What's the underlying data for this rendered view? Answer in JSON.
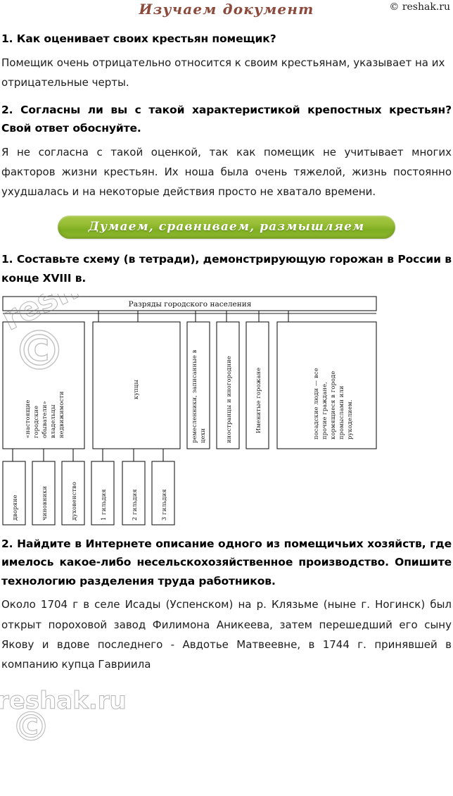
{
  "header": {
    "title": "Изучаем документ",
    "copyright": "© reshak.ru"
  },
  "banner": {
    "label": "Думаем, сравниваем, размышляем"
  },
  "watermark": {
    "text": "reshak.ru",
    "symbol": "©"
  },
  "sections": [
    {
      "question": "1. Как оценивает своих крестьян помещик?",
      "answer": "Помещик очень отрицательно относится к своим крестьянам, указывает на их отрицательные черты."
    },
    {
      "question": "2. Согласны ли вы с такой характеристикой крепостных крестьян? Свой ответ обоснуйте.",
      "answer": "Я не согласна с такой оценкой, так как помещик не учитывает многих факторов жизни крестьян. Их ноша была очень тяжелой, жизнь постоянно ухудшалась и на некоторые действия просто не хватало времени."
    },
    {
      "question": "1. Составьте схему (в тетради), демонстрирующую горожан в России в конце XVIII в.",
      "answer": ""
    },
    {
      "question": "2. Найдите в Интернете описание одного из помещичьих хозяйств, где имелось какое-либо несельскохозяйственное производство. Опишите технологию разделения труда работников.",
      "answer": "Около 1704 г в селе Исады (Успенском) на р. Клязьме (ныне г. Ногинск) был открыт пороховой завод Филимона Аникеева, затем перешедший его сыну Якову и вдове последнего - Авдотье Матвеевне, в 1744 г. принявшей в компанию купца Гавриила"
    }
  ],
  "schema": {
    "root_label": "Разряды городского населения",
    "categories": [
      {
        "id": "obyvateli",
        "label": "«настоящие городские обыватели» владельцы недвижимости"
      },
      {
        "id": "kuptsy",
        "label": "купцы"
      },
      {
        "id": "remeslenniki",
        "label": "ремесленники, записанные в цехи"
      },
      {
        "id": "inostrantsy",
        "label": "иностранцы и иногородние"
      },
      {
        "id": "imenitye",
        "label": "Именитые горожане"
      },
      {
        "id": "posadskie",
        "label": "посадские люди — все прочие граждане, кормящиеся в городе промыслами или рукоделием."
      }
    ],
    "subcategories": [
      {
        "parent": "obyvateli",
        "label": "дворяне"
      },
      {
        "parent": "obyvateli",
        "label": "чиновники"
      },
      {
        "parent": "obyvateli",
        "label": "духовенство"
      },
      {
        "parent": "kuptsy",
        "label": "1 гильдия"
      },
      {
        "parent": "kuptsy",
        "label": "2 гильдия"
      },
      {
        "parent": "kuptsy",
        "label": "3 гильдия"
      }
    ]
  },
  "colors": {
    "title": "#8c4a3c",
    "banner_green": "#96bd34",
    "text": "#1c1c1c"
  }
}
